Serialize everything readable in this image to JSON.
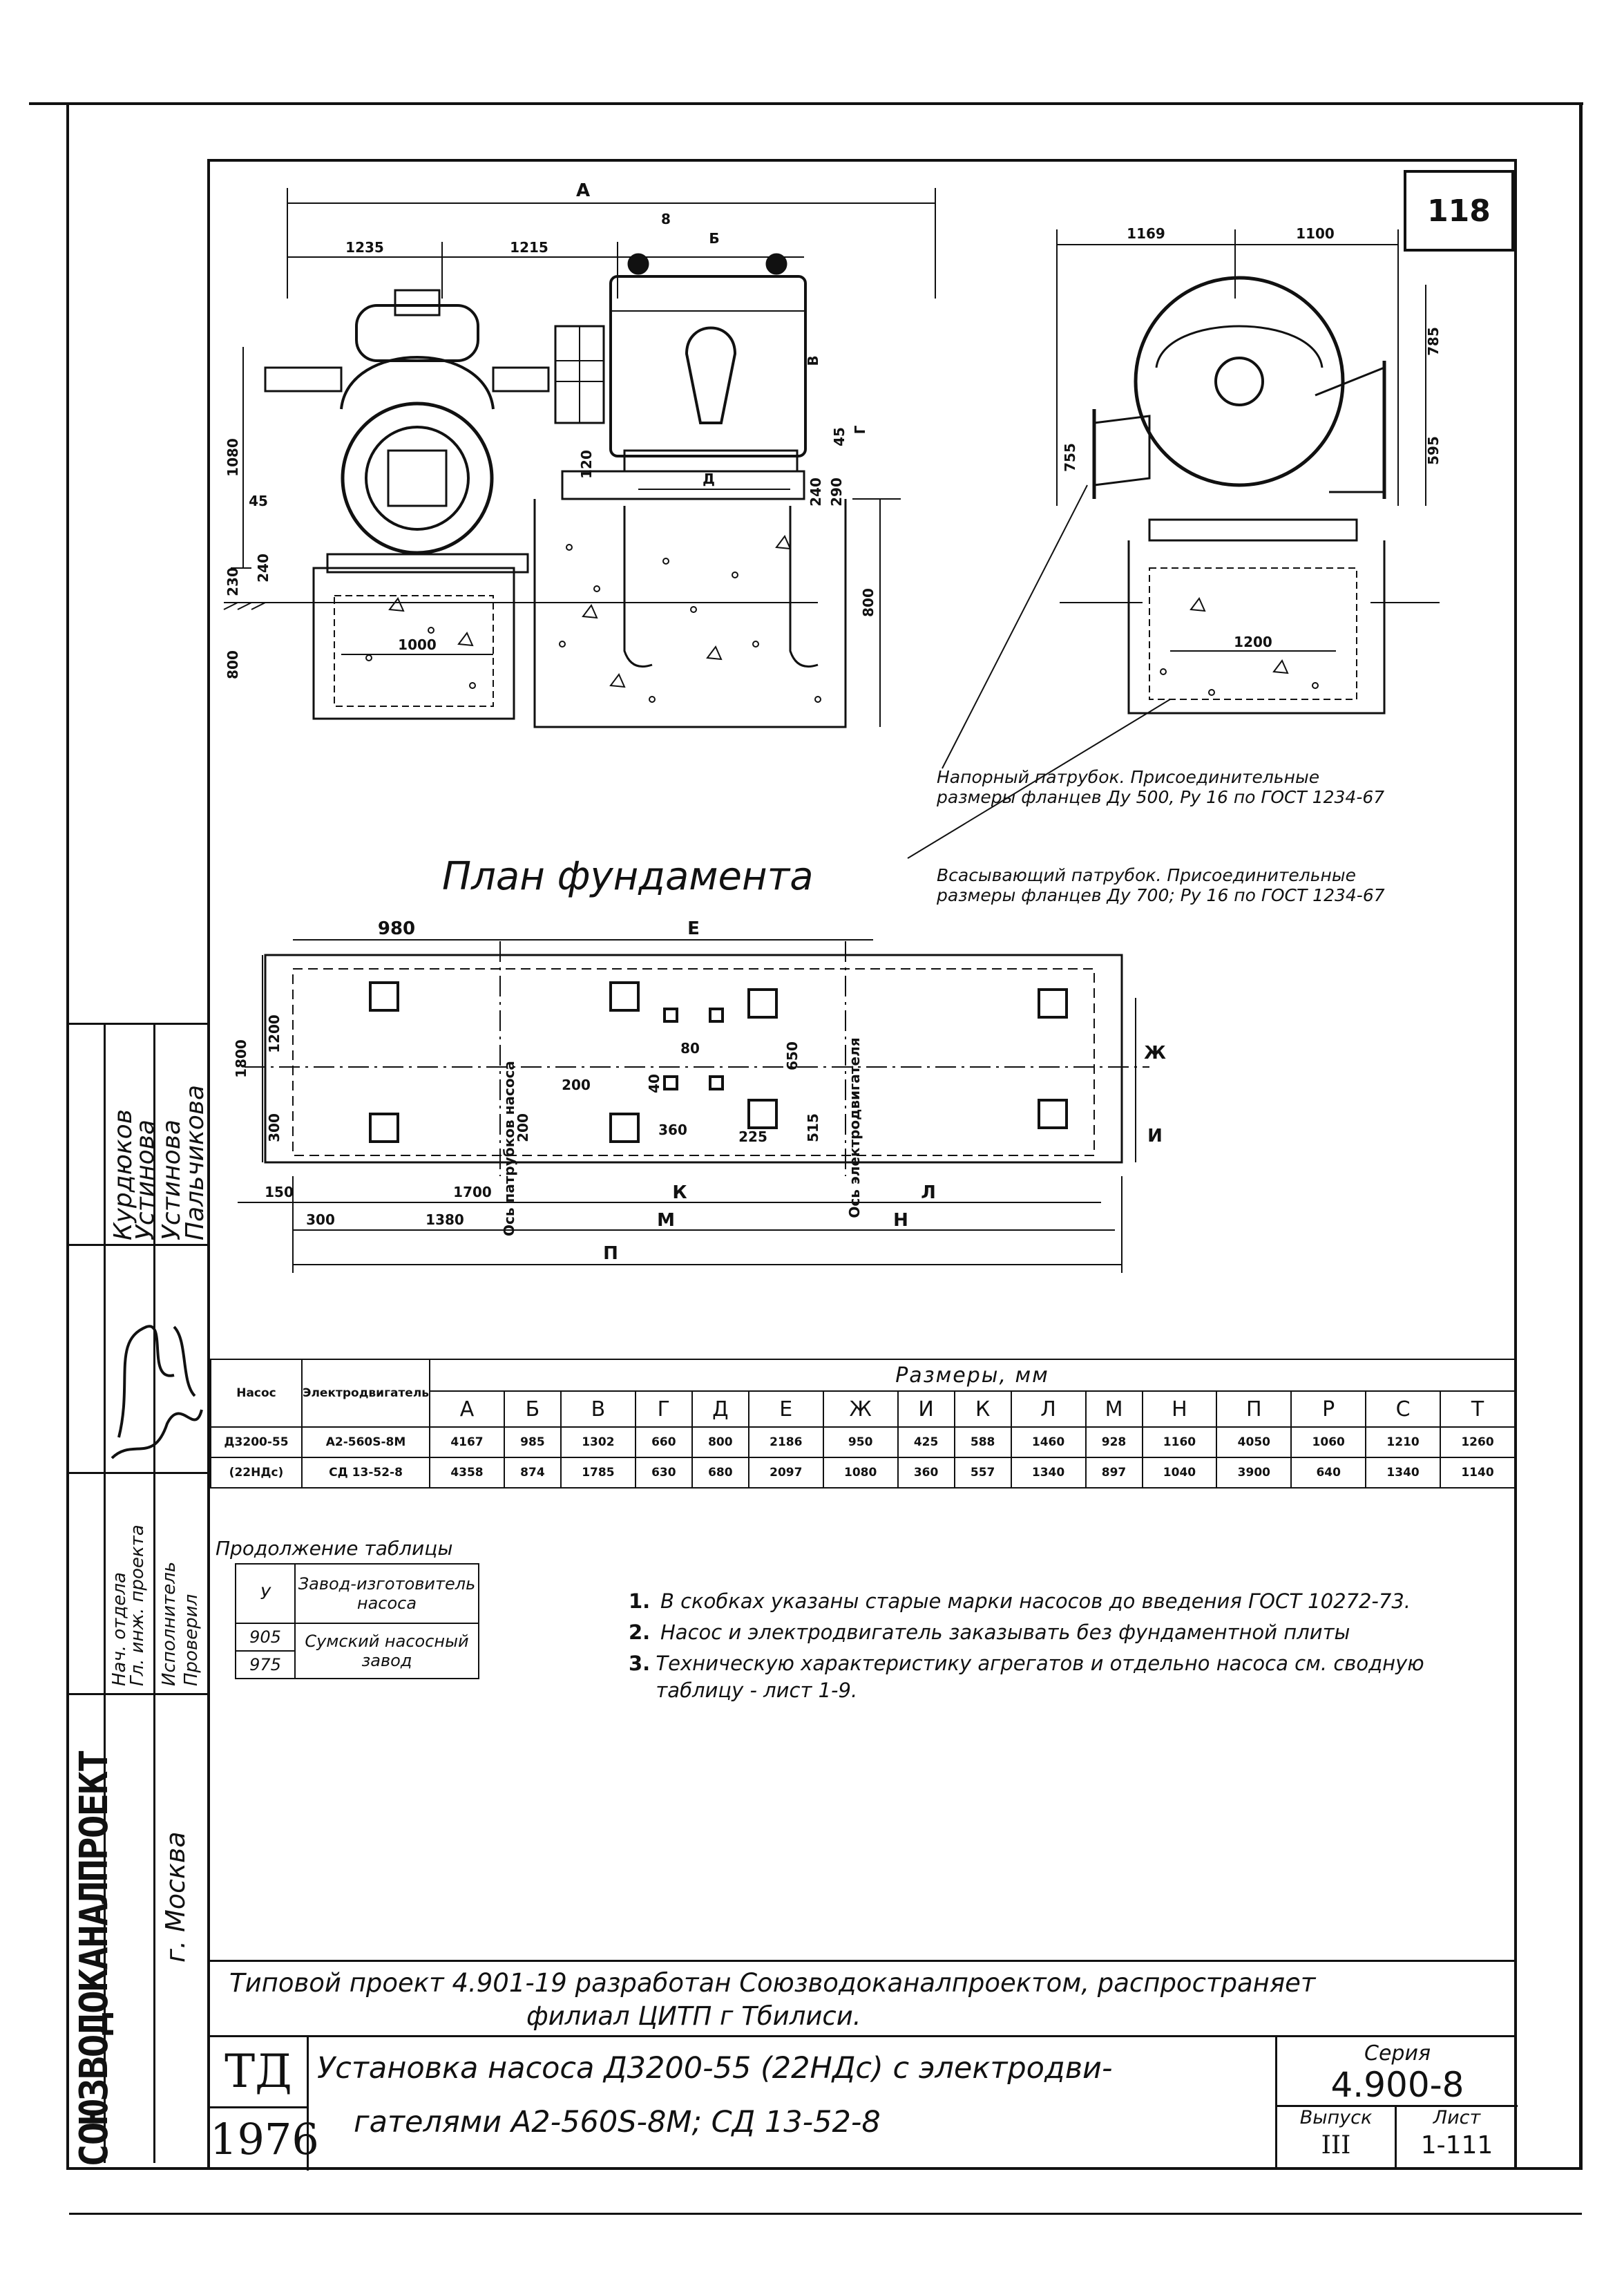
{
  "sheet_number": "118",
  "drawing": {
    "front_dims": {
      "A": "A",
      "d1235": "1235",
      "d1215": "1215",
      "d8": "8",
      "B": "Б",
      "V": "В",
      "d1080": "1080",
      "d45a": "45",
      "d230": "230",
      "d240": "240",
      "d800": "800",
      "d1000": "1000",
      "d120": "120",
      "D": "Д",
      "d45b": "45",
      "G": "Г",
      "d240b": "240",
      "d290": "290",
      "d800b": "800"
    },
    "side_dims": {
      "d1169": "1169",
      "d1100": "1100",
      "d785": "785",
      "d755": "755",
      "d595": "595",
      "d1200": "1200"
    },
    "note_discharge": "Напорный патрубок. Присоединительные размеры фланцев Ду 500, Ру 16 по ГОСТ 1234-67",
    "note_suction": "Всасывающий патрубок. Присоединительные размеры фланцев Ду 700; Ру 16 по ГОСТ 1234-67",
    "plan_title": "План фундамента",
    "plan_dims": {
      "d980": "980",
      "E": "Е",
      "d1800": "1800",
      "d1200": "1200",
      "d300": "300",
      "d200a": "200",
      "d200b": "200",
      "d80": "80",
      "d40": "40",
      "d650": "650",
      "d360": "360",
      "d225": "225",
      "d515": "515",
      "Zh": "Ж",
      "I": "И",
      "d150": "150",
      "d1700": "1700",
      "K": "К",
      "L": "Л",
      "d300b": "300",
      "d1380": "1380",
      "M": "М",
      "N": "Н",
      "P": "П"
    },
    "axis_pump": "Ось патрубков насоса",
    "axis_motor": "Ось электродвигателя"
  },
  "table": {
    "header_pump": "Насос",
    "header_motor": "Электродвигатель",
    "header_sizes": "Размеры, мм",
    "columns": [
      "А",
      "Б",
      "В",
      "Г",
      "Д",
      "Е",
      "Ж",
      "И",
      "К",
      "Л",
      "М",
      "Н",
      "П",
      "Р",
      "С",
      "Т"
    ],
    "rows": [
      {
        "pump": "Д3200-55",
        "motor": "А2-560S-8М",
        "values": [
          "4167",
          "985",
          "1302",
          "660",
          "800",
          "2186",
          "950",
          "425",
          "588",
          "1460",
          "928",
          "1160",
          "4050",
          "1060",
          "1210",
          "1260"
        ]
      },
      {
        "pump": "(22НДс)",
        "motor": "СД 13-52-8",
        "values": [
          "4358",
          "874",
          "1785",
          "630",
          "680",
          "2097",
          "1080",
          "360",
          "557",
          "1340",
          "897",
          "1040",
          "3900",
          "640",
          "1340",
          "1140"
        ]
      }
    ]
  },
  "continuation": {
    "title": "Продолжение таблицы",
    "col_u": "У",
    "col_factory": "Завод-изготовитель насоса",
    "rows_u": [
      "905",
      "975"
    ],
    "factory": "Сумский насосный завод"
  },
  "notes": [
    {
      "num": "1.",
      "text": "В скобках указаны старые марки насосов до введения ГОСТ 10272-73."
    },
    {
      "num": "2.",
      "text": "Насос и электродвигатель заказывать без фундаментной плиты"
    },
    {
      "num": "3.",
      "text": "Техническую характеристику агрегатов и отдельно насоса см. сводную таблицу - лист 1-9."
    }
  ],
  "distribution_note": {
    "line1": "Типовой проект 4.901-19 разработан Союзводоканалпроектом, распространяет",
    "line2": "филиал ЦИТП г Тбилиси."
  },
  "title_block": {
    "org_short": "ТД",
    "year": "1976",
    "title_line1": "Установка насоса Д3200-55 (22НДс) с электродви-",
    "title_line2": "гателями А2-560S-8М;   СД 13-52-8",
    "seria_label": "Серия",
    "seria_value": "4.900-8",
    "vypusk_label": "Выпуск",
    "vypusk_value": "III",
    "list_label": "Лист",
    "list_value": "1-111"
  },
  "left_strip": {
    "org": "СОЮЗВОДОКАНАЛПРОЕКТ",
    "city": "г. Москва",
    "roles": [
      "Нач. отдела",
      "Гл. инж. проекта",
      "Исполнитель",
      "Проверил"
    ],
    "names": [
      "Курдюков",
      "Устинова",
      "Устинова",
      "Пальчикова"
    ]
  }
}
